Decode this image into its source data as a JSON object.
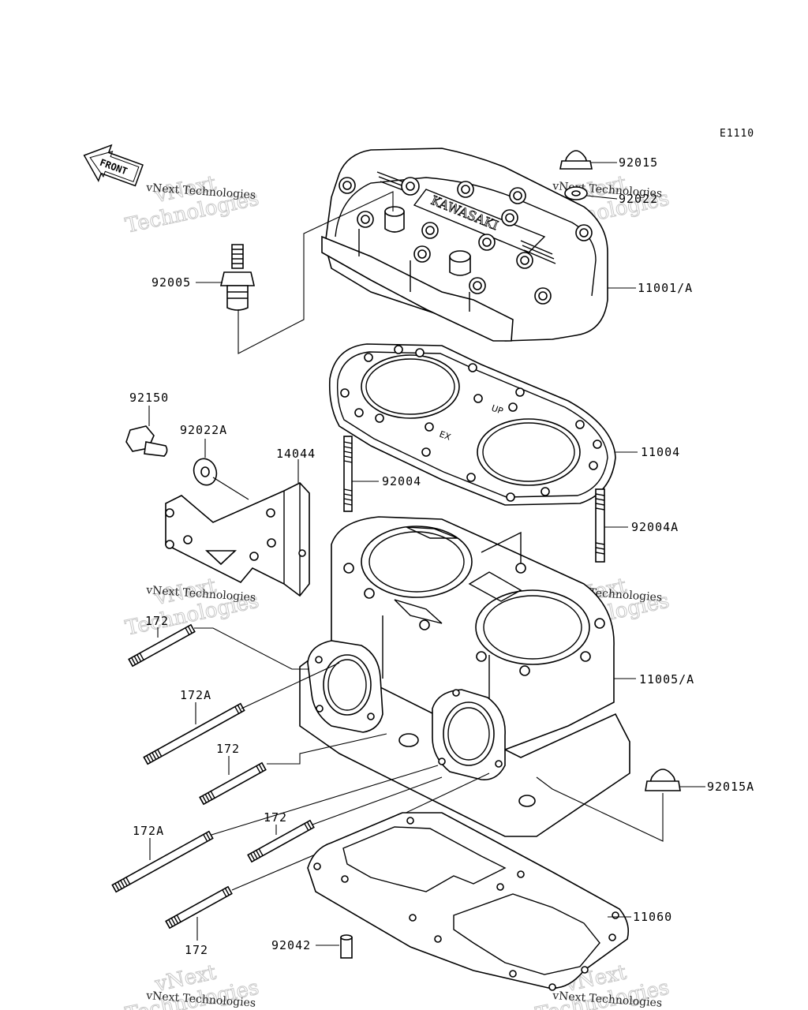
{
  "diagram": {
    "code": "E1110",
    "front_label": "FRONT",
    "watermark": {
      "line1": "vNext",
      "line2": "Technologies",
      "small": "vNext Technologies"
    },
    "parts": [
      {
        "id": "p92015",
        "label": "92015"
      },
      {
        "id": "p92022",
        "label": "92022"
      },
      {
        "id": "p92005",
        "label": "92005"
      },
      {
        "id": "p11001a",
        "label": "11001/A"
      },
      {
        "id": "p92150",
        "label": "92150"
      },
      {
        "id": "p92022a",
        "label": "92022A"
      },
      {
        "id": "p14044",
        "label": "14044"
      },
      {
        "id": "p92004",
        "label": "92004"
      },
      {
        "id": "p11004",
        "label": "11004"
      },
      {
        "id": "p92004a",
        "label": "92004A"
      },
      {
        "id": "p172_1",
        "label": "172"
      },
      {
        "id": "p172a_1",
        "label": "172A"
      },
      {
        "id": "p172_2",
        "label": "172"
      },
      {
        "id": "p11005a",
        "label": "11005/A"
      },
      {
        "id": "p92015a",
        "label": "92015A"
      },
      {
        "id": "p172a_2",
        "label": "172A"
      },
      {
        "id": "p172_3",
        "label": "172"
      },
      {
        "id": "p11060",
        "label": "11060"
      },
      {
        "id": "p172_4",
        "label": "172"
      },
      {
        "id": "p92042",
        "label": "92042"
      }
    ]
  }
}
